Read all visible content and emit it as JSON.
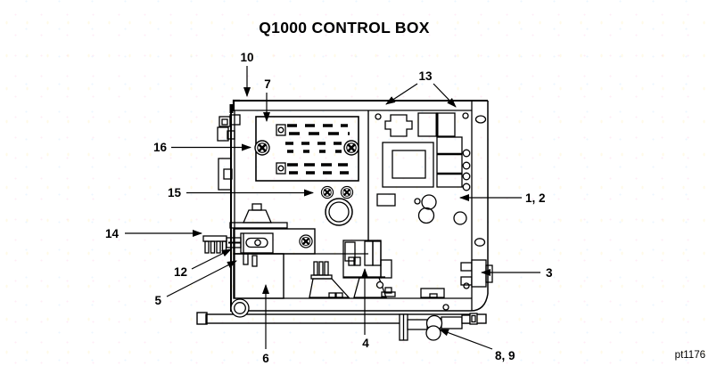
{
  "title": "Q1000 CONTROL BOX",
  "part_code": "pt1176",
  "colors": {
    "line": "#000000",
    "background": "#ffffff"
  },
  "callouts": {
    "n1_2": "1, 2",
    "n3": "3",
    "n4": "4",
    "n5": "5",
    "n6": "6",
    "n7": "7",
    "n8_9": "8, 9",
    "n10": "10",
    "n12": "12",
    "n13": "13",
    "n14": "14",
    "n15": "15",
    "n16": "16"
  }
}
